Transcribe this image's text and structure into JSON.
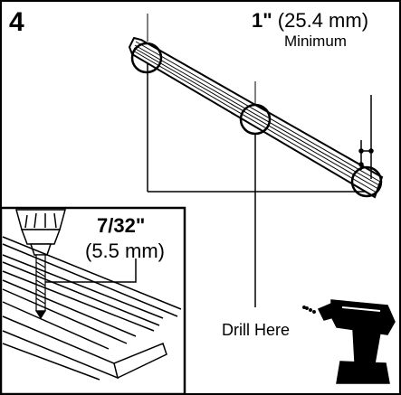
{
  "step": {
    "number": "4"
  },
  "spacing": {
    "imperial": "1\"",
    "metric": "(25.4 mm)",
    "qualifier": "Minimum"
  },
  "drill_bit": {
    "imperial": "7/32\"",
    "metric": "(5.5 mm)"
  },
  "instruction": {
    "label": "Drill Here"
  },
  "icons": {
    "drill": "cordless-drill-icon",
    "bit": "drill-bit-icon"
  },
  "colors": {
    "ink": "#000000",
    "paper": "#ffffff"
  }
}
